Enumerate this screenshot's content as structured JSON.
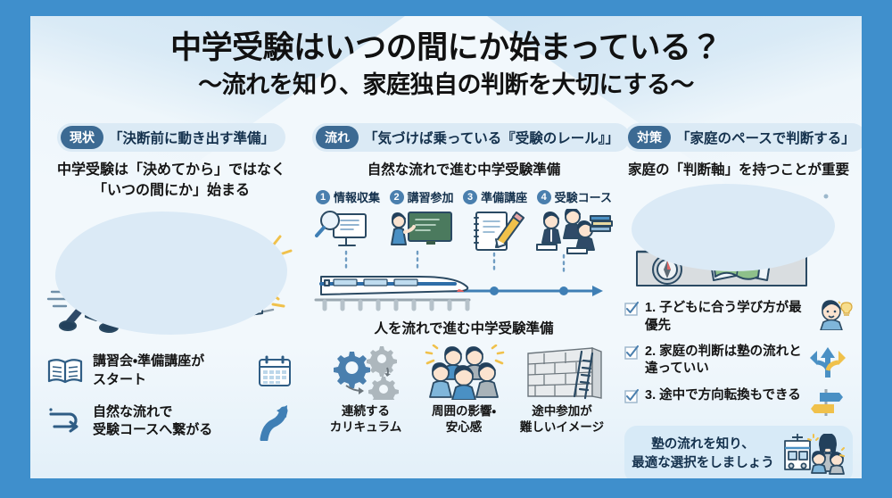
{
  "theme": {
    "frame_border": "#3f8fcc",
    "card_bg": "#f2f8fc",
    "accent": "#4a7fae",
    "badge_dark": "#3c6a93",
    "pill_bg": "#dbeaf5",
    "yellow": "#f0c14b"
  },
  "title": {
    "main": "中学受験はいつの間にか始まっている？",
    "sub": "〜流れを知り、家庭独自の判断を大切にする〜"
  },
  "columns": [
    {
      "tag": "現状",
      "headline": "「決断前に動き出す準備」",
      "lead": "中学受験は「決めてから」ではなく\n「いつの間にか」始まる",
      "lead_line1": "中学受験は「決めてから」ではなく",
      "lead_line2": "「いつの間にか」始まる",
      "illustration": "parent-child-running-to-train",
      "bullets": [
        {
          "icon": "open-book-icon",
          "icon_right": "calendar-icon",
          "line1": "講習会・準備講座が",
          "line2": "スタート"
        },
        {
          "icon": "flow-loop-arrow-icon",
          "icon_right": "curved-up-arrow-icon",
          "line1": "自然な流れで",
          "line2": "受験コースへ繋がる"
        }
      ]
    },
    {
      "tag": "流れ",
      "headline": "「気づけば乗っている『受験のレール』」",
      "lead": "自然な流れで進む中学受験準備",
      "steps": [
        {
          "num": "1",
          "label": "情報収集",
          "icon": "magnifier-monitor-icon"
        },
        {
          "num": "2",
          "label": "講習参加",
          "icon": "blackboard-teacher-icon"
        },
        {
          "num": "3",
          "label": "準備講座",
          "icon": "notebook-pencil-icon"
        },
        {
          "num": "4",
          "label": "受験コース",
          "icon": "students-studying-icon"
        }
      ],
      "rail_illustration": "bullet-train-on-timeline",
      "subheading": "人を流れで進む中学受験準備",
      "items": [
        {
          "icon": "gears-icon",
          "line1": "連続する",
          "line2": "カリキュラム"
        },
        {
          "icon": "group-people-icon",
          "line1": "周囲の影響・",
          "line2": "安心感"
        },
        {
          "icon": "brick-wall-ladder-icon",
          "line1": "途中参加が",
          "line2": "難しいイメージ"
        }
      ]
    },
    {
      "tag": "対策",
      "headline": "「家庭のペースで判断する」",
      "lead": "家庭の「判断軸」を持つことが重要",
      "illustration": "family-with-map-and-compass",
      "checks": [
        {
          "text": "1. 子どもに合う学び方が最優先",
          "icon": "person-lightbulb-icon"
        },
        {
          "text": "2. 家庭の判断は塾の流れと",
          "text2": "違っていい",
          "icon": "branching-arrows-icon"
        },
        {
          "text": "3. 途中で方向転換もできる",
          "icon": "signpost-icon"
        }
      ],
      "cta": {
        "line1": "塾の流れを知り、",
        "line2": "最適な選択をしましょう",
        "icon": "train-family-icon"
      }
    }
  ]
}
